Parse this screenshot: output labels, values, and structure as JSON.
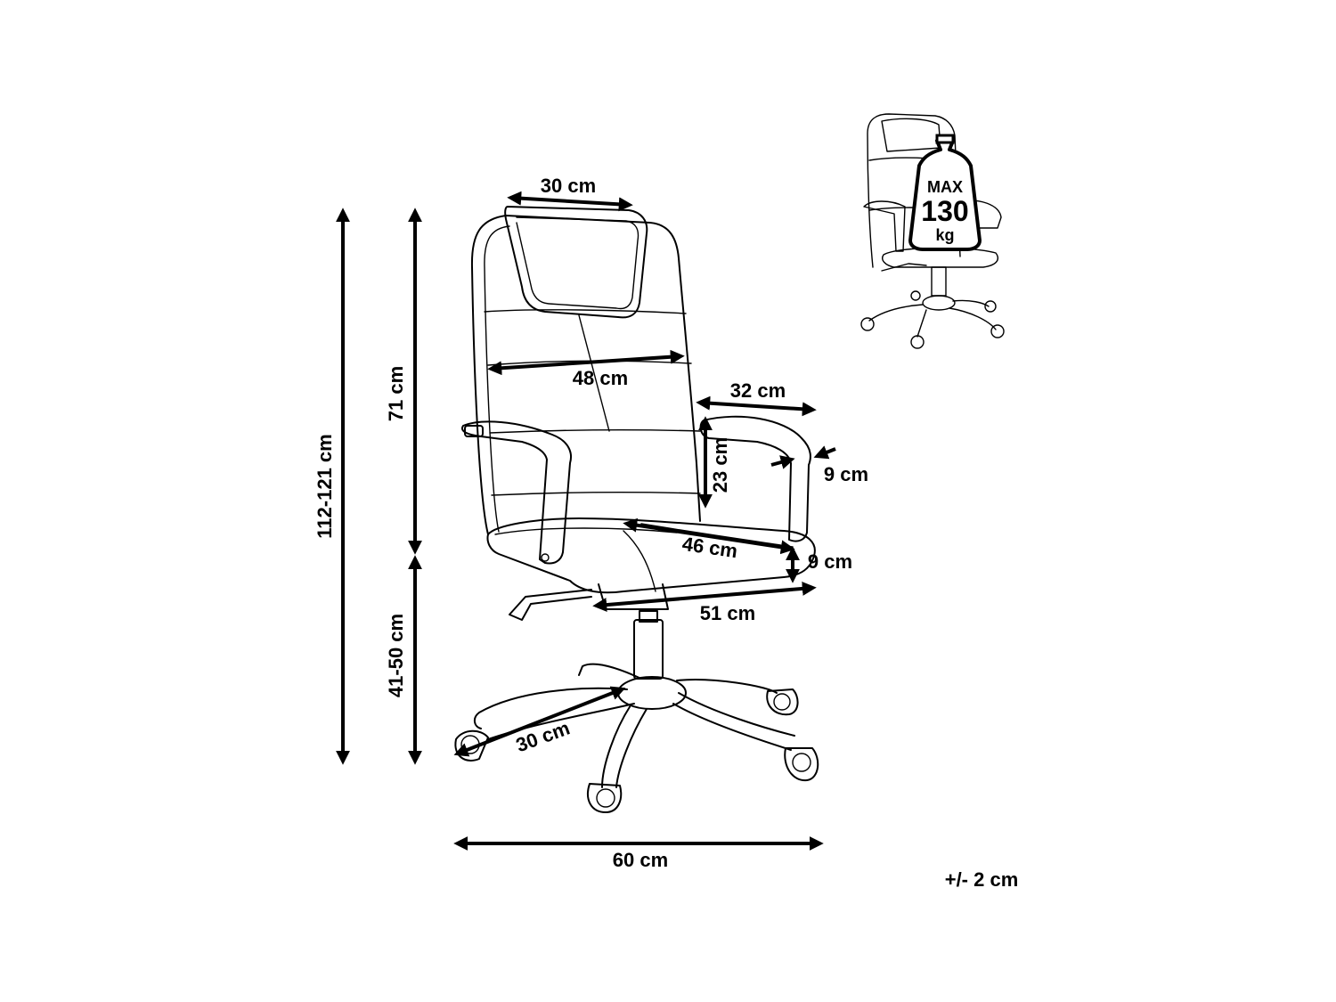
{
  "dimensions": {
    "headrest_width": "30 cm",
    "back_width": "48 cm",
    "armrest_depth": "32 cm",
    "armrest_height": "23 cm",
    "armrest_width": "9 cm",
    "seat_depth": "46 cm",
    "seat_thickness": "9 cm",
    "seat_width": "51 cm",
    "base_radius": "30 cm",
    "base_width": "60 cm",
    "total_height": "112-121 cm",
    "back_height": "71 cm",
    "seat_height": "41-50 cm"
  },
  "max_load": {
    "line1": "MAX",
    "line2": "130",
    "line3": "kg"
  },
  "tolerance": "+/- 2 cm"
}
